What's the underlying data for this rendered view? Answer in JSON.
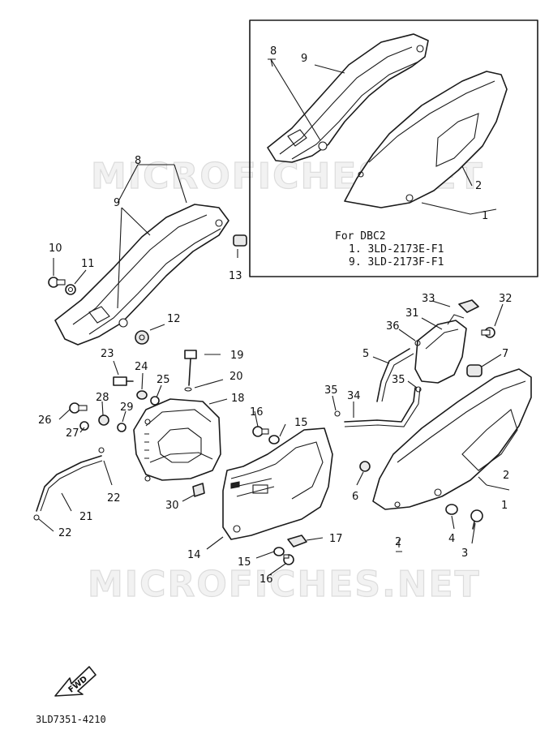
{
  "watermark": "MICROFICHES.NET",
  "inset_note": {
    "heading": "For DBC2",
    "line1": "1. 3LD-2173E-F1",
    "line2": "9. 3LD-2173F-F1"
  },
  "fwd_label": "FWD",
  "diagram_code": "3LD7351-4210",
  "callouts": {
    "c1": "1",
    "c2": "2",
    "c3": "3",
    "c4": "4",
    "c5": "5",
    "c6": "6",
    "c7": "7",
    "c8": "8",
    "c9": "9",
    "c10": "10",
    "c11": "11",
    "c12": "12",
    "c13": "13",
    "c14": "14",
    "c15": "15",
    "c16": "16",
    "c17": "17",
    "c18": "18",
    "c19": "19",
    "c20": "20",
    "c21": "21",
    "c22": "22",
    "c23": "23",
    "c24": "24",
    "c25": "25",
    "c26": "26",
    "c27": "27",
    "c28": "28",
    "c29": "29",
    "c30": "30",
    "c31": "31",
    "c32": "32",
    "c33": "33",
    "c34": "34",
    "c35": "35",
    "c36": "36"
  }
}
